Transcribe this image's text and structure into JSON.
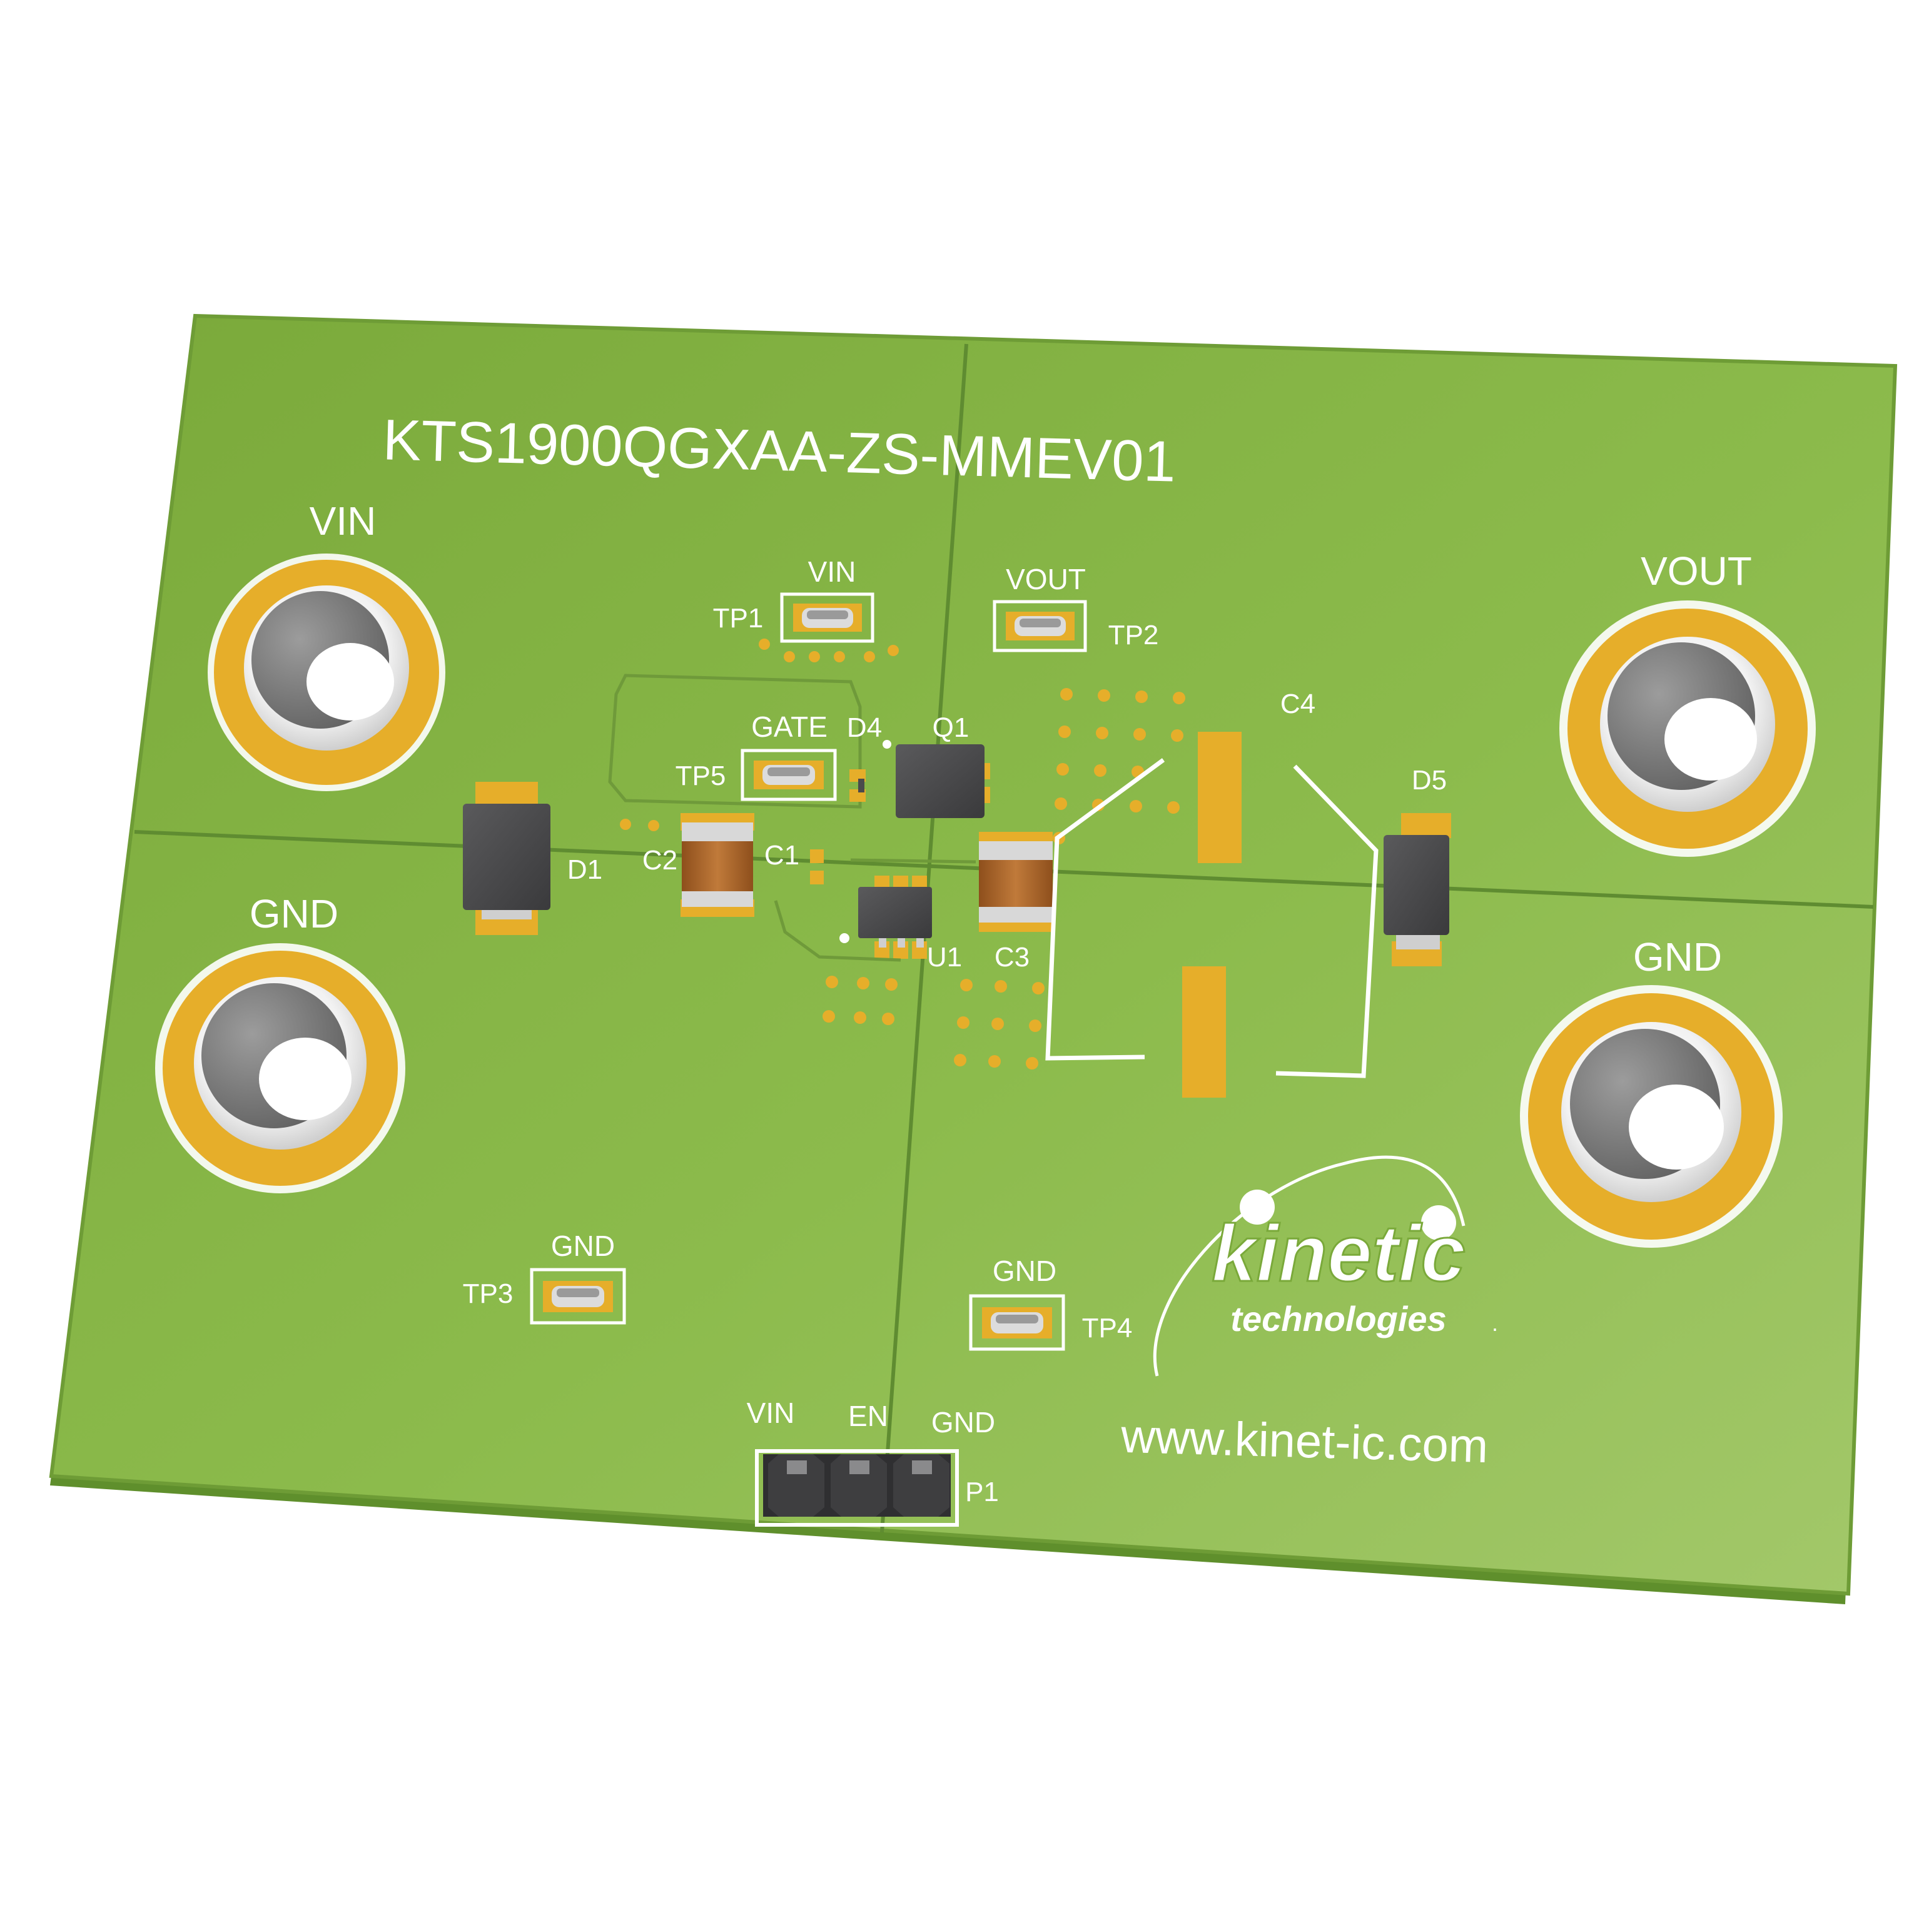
{
  "board": {
    "title": "KTS1900QGXAA-ZS-MMEV01",
    "website": "www.kinet-ic.com",
    "colors": {
      "solder_mask": "#8dbd4a",
      "copper_gold": "#e8b32e",
      "silkscreen": "#ffffff",
      "package_dark": "#4a4a4c",
      "capacitor_brown": "#b36a2c"
    }
  },
  "logo": {
    "line1": "kinetic",
    "line2": "technologies",
    "trademark": "."
  },
  "terminals": {
    "vin_left": "VIN",
    "gnd_left": "GND",
    "vout_right": "VOUT",
    "gnd_right": "GND"
  },
  "test_points": {
    "tp1": {
      "ref": "TP1",
      "net": "VIN"
    },
    "tp2": {
      "ref": "TP2",
      "net": "VOUT"
    },
    "tp3": {
      "ref": "TP3",
      "net": "GND"
    },
    "tp4": {
      "ref": "TP4",
      "net": "GND"
    },
    "tp5": {
      "ref": "TP5",
      "net": "GATE"
    }
  },
  "components": {
    "d1": "D1",
    "d4": "D4",
    "d5": "D5",
    "q1": "Q1",
    "u1": "U1",
    "c1": "C1",
    "c2": "C2",
    "c3": "C3",
    "c4": "C4"
  },
  "header": {
    "ref": "P1",
    "pins": [
      "VIN",
      "EN",
      "GND"
    ]
  }
}
